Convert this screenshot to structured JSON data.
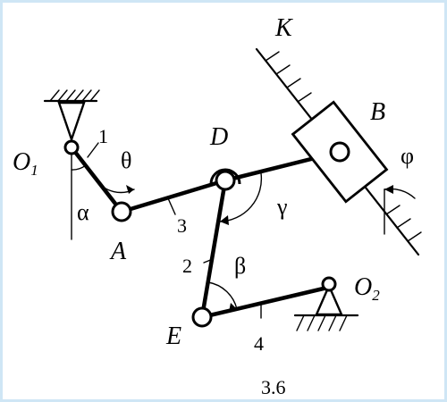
{
  "figure": {
    "number": "3.6"
  },
  "labels": {
    "point_O1": "O",
    "sub_O1": "1",
    "point_O2": "O",
    "sub_O2": "2",
    "point_A": "A",
    "point_B": "B",
    "point_D": "D",
    "point_E": "E",
    "guide_K": "K",
    "link_1": "1",
    "link_2": "2",
    "link_3": "3",
    "link_4": "4",
    "angle_alpha": "α",
    "angle_theta": "θ",
    "angle_gamma": "γ",
    "angle_beta": "β",
    "angle_phi": "φ"
  }
}
